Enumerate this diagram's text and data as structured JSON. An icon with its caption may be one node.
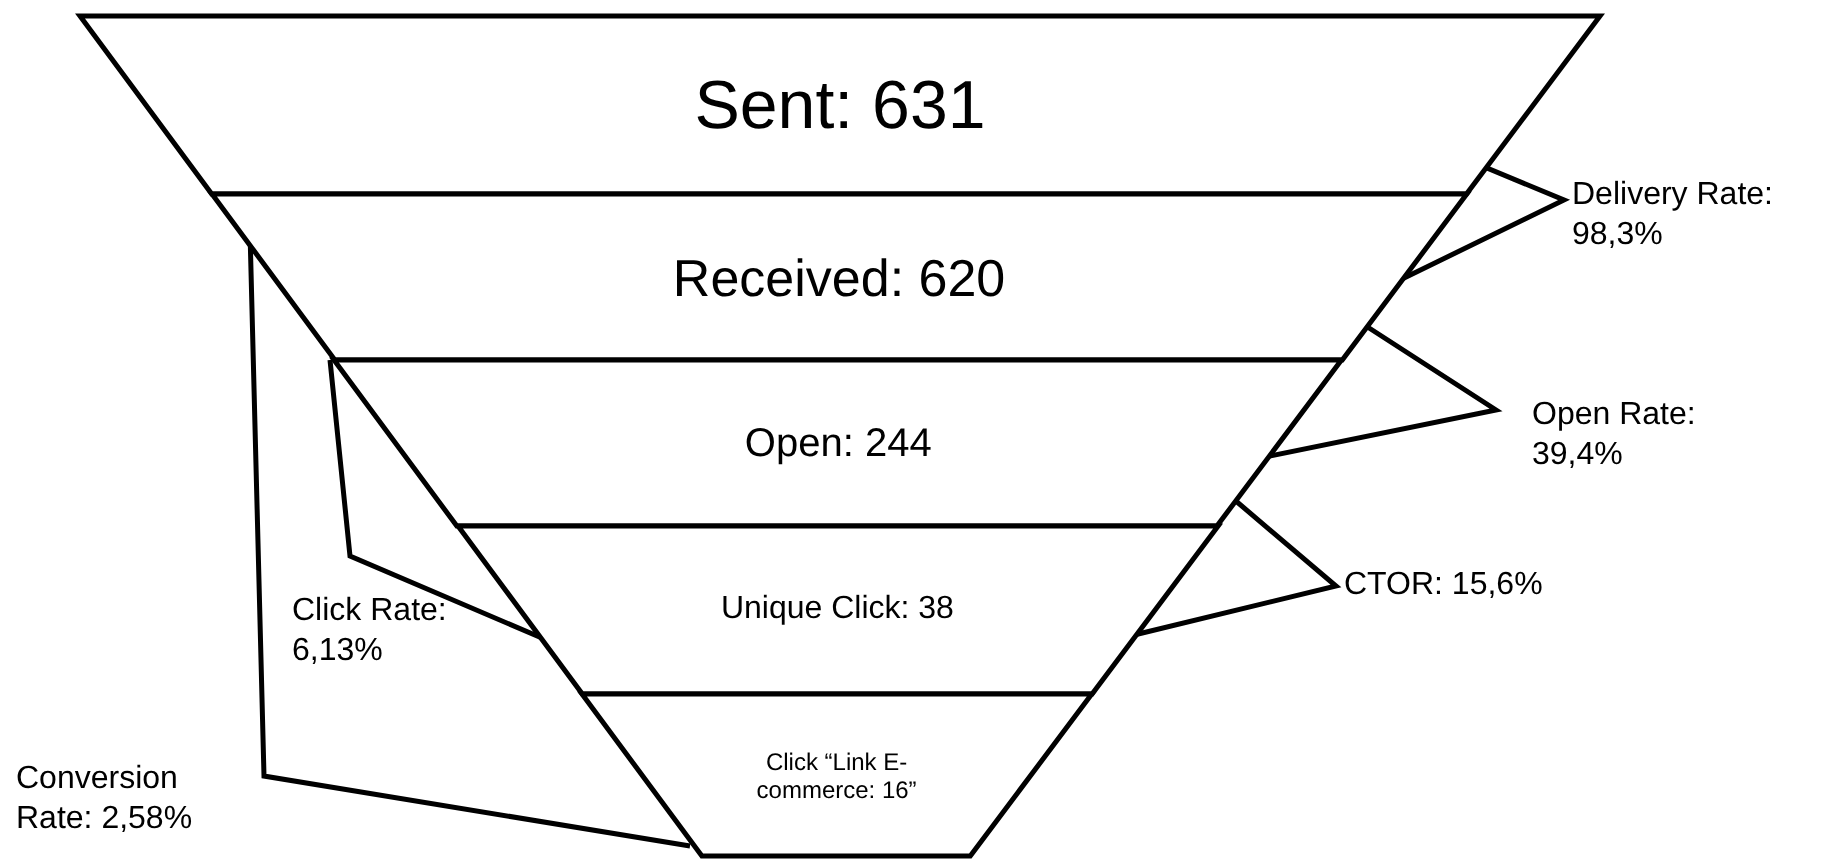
{
  "diagram": {
    "nodes": [
      {
        "text": [
          "Sent: 631"
        ]
      },
      {
        "text": [
          "Received: 620"
        ]
      },
      {
        "text": [
          "Open: 244"
        ]
      },
      {
        "text": [
          "Unique Click: 38"
        ]
      },
      {
        "text": [
          "Click “Link E-commerce: 16”"
        ]
      }
    ],
    "labels": [
      "Delivery Rate: 98,3%",
      "Open Rate: 39,4%",
      "CTOR: 15,6%",
      "Click Rate: 6,13%",
      "Conversion Rate: 2,58%"
    ]
  }
}
